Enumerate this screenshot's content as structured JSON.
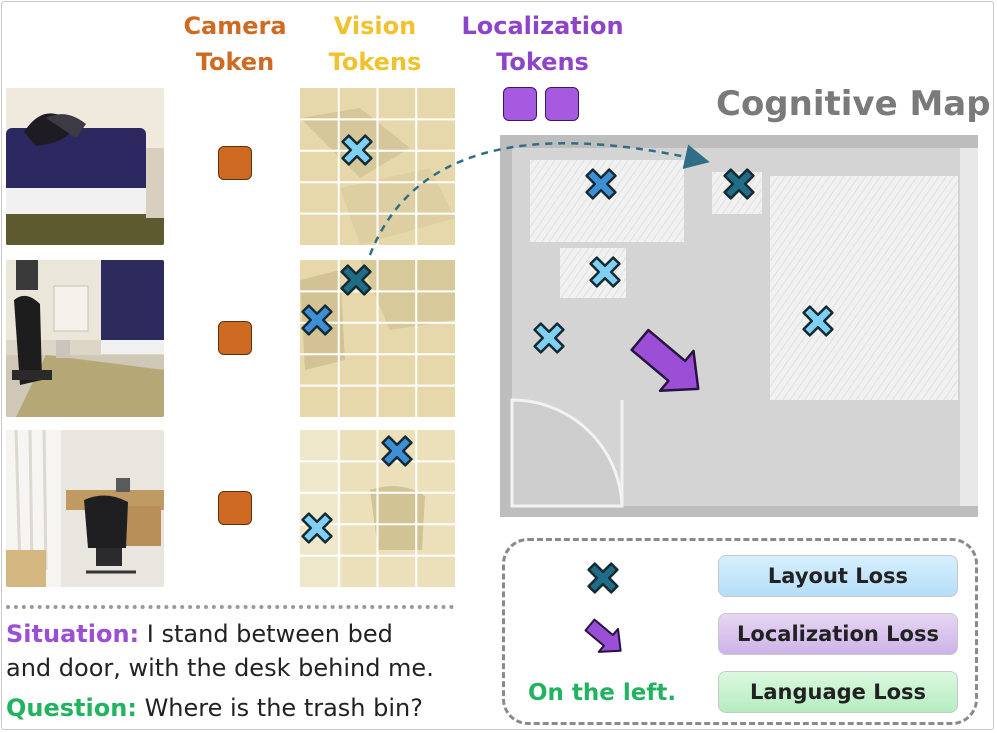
{
  "headers": {
    "camera_token": [
      "Camera",
      "Token"
    ],
    "vision_tokens": [
      "Vision",
      "Tokens"
    ],
    "localization_tokens": [
      "Localization",
      "Tokens"
    ]
  },
  "map_title": "Cognitive Map",
  "situation": {
    "label": "Situation:",
    "text_line1": "I stand between bed",
    "text_line2": "and door, with the desk behind me."
  },
  "question": {
    "label": "Question:",
    "text": "Where is the trash bin?"
  },
  "answer": "On the left.",
  "legend": {
    "layout_loss": "Layout Loss",
    "localization_loss": "Localization Loss",
    "language_loss": "Language Loss"
  },
  "colors": {
    "camera": "#cf6a22",
    "vision": "#f2c22e",
    "localization": "#8e44c9",
    "situation": "#9b4fd6",
    "question": "#22b35e",
    "marker_dark": "#1f6d86",
    "marker_mid": "#3e8fd6",
    "marker_light": "#7fd0f2",
    "layout_loss_bg": "#c7e8fb",
    "localization_loss_bg": "#dac7ee",
    "language_loss_bg": "#c9f2d0"
  },
  "icons": [
    "x-marker-icon",
    "arrow-icon"
  ]
}
